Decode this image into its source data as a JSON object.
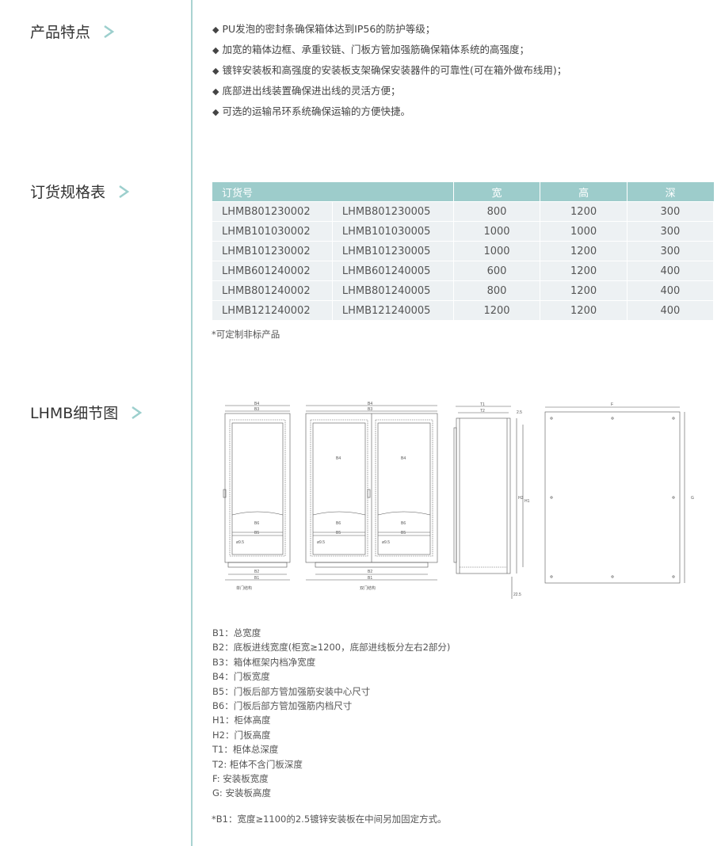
{
  "sections": {
    "features_title": "产品特点",
    "order_title": "订货规格表",
    "detail_title": "LHMB细节图"
  },
  "features": [
    "PU发泡的密封条确保箱体达到IP56的防护等级；",
    "加宽的箱体边框、承重铰链、门板方管加强筋确保箱体系统的高强度；",
    "镀锌安装板和高强度的安装板支架确保安装器件的可靠性(可在箱外做布线用)；",
    "底部进出线装置确保进出线的灵活方便；",
    "可选的运输吊环系统确保运输的方便快捷。"
  ],
  "table": {
    "headers": [
      "订货号",
      "宽",
      "高",
      "深"
    ],
    "rows": [
      [
        "LHMB801230002",
        "LHMB801230005",
        "800",
        "1200",
        "300"
      ],
      [
        "LHMB101030002",
        "LHMB101030005",
        "1000",
        "1000",
        "300"
      ],
      [
        "LHMB101230002",
        "LHMB101230005",
        "1000",
        "1200",
        "300"
      ],
      [
        "LHMB601240002",
        "LHMB601240005",
        "600",
        "1200",
        "400"
      ],
      [
        "LHMB801240002",
        "LHMB801240005",
        "800",
        "1200",
        "400"
      ],
      [
        "LHMB121240002",
        "LHMB121240005",
        "1200",
        "1200",
        "400"
      ]
    ],
    "note": "*可定制非标产品"
  },
  "diagram": {
    "single_caption": "单门结构",
    "double_caption": "双门结构",
    "labels": {
      "B1": "B1",
      "B2": "B2",
      "B3": "B3",
      "B4": "B4",
      "B5": "B5",
      "B6": "B6",
      "T1": "T1",
      "T2": "T2",
      "H1": "H1",
      "H2": "H2",
      "F": "F",
      "G": "G",
      "hole": "ø9.5",
      "dim1": "2.5",
      "dim2": "22.5"
    }
  },
  "legend": [
    "B1：总宽度",
    "B2：底板进线宽度(柜宽≥1200，底部进线板分左右2部分)",
    "B3：箱体框架内档净宽度",
    "B4：门板宽度",
    "B5：门板后部方管加强筋安装中心尺寸",
    "B6：门板后部方管加强筋内档尺寸",
    "H1：柜体高度",
    "H2：门板高度",
    "T1：柜体总深度",
    "T2: 柜体不含门板深度",
    "F: 安装板宽度",
    "G: 安装板高度"
  ],
  "footnote": "*B1：宽度≥1100的2.5镀锌安装板在中间另加固定方式。",
  "colors": {
    "accent_line": "#a9d3d1",
    "arrow": "#9ccfcd",
    "table_header": "#9dcccb",
    "table_row": "#edf1f3"
  }
}
